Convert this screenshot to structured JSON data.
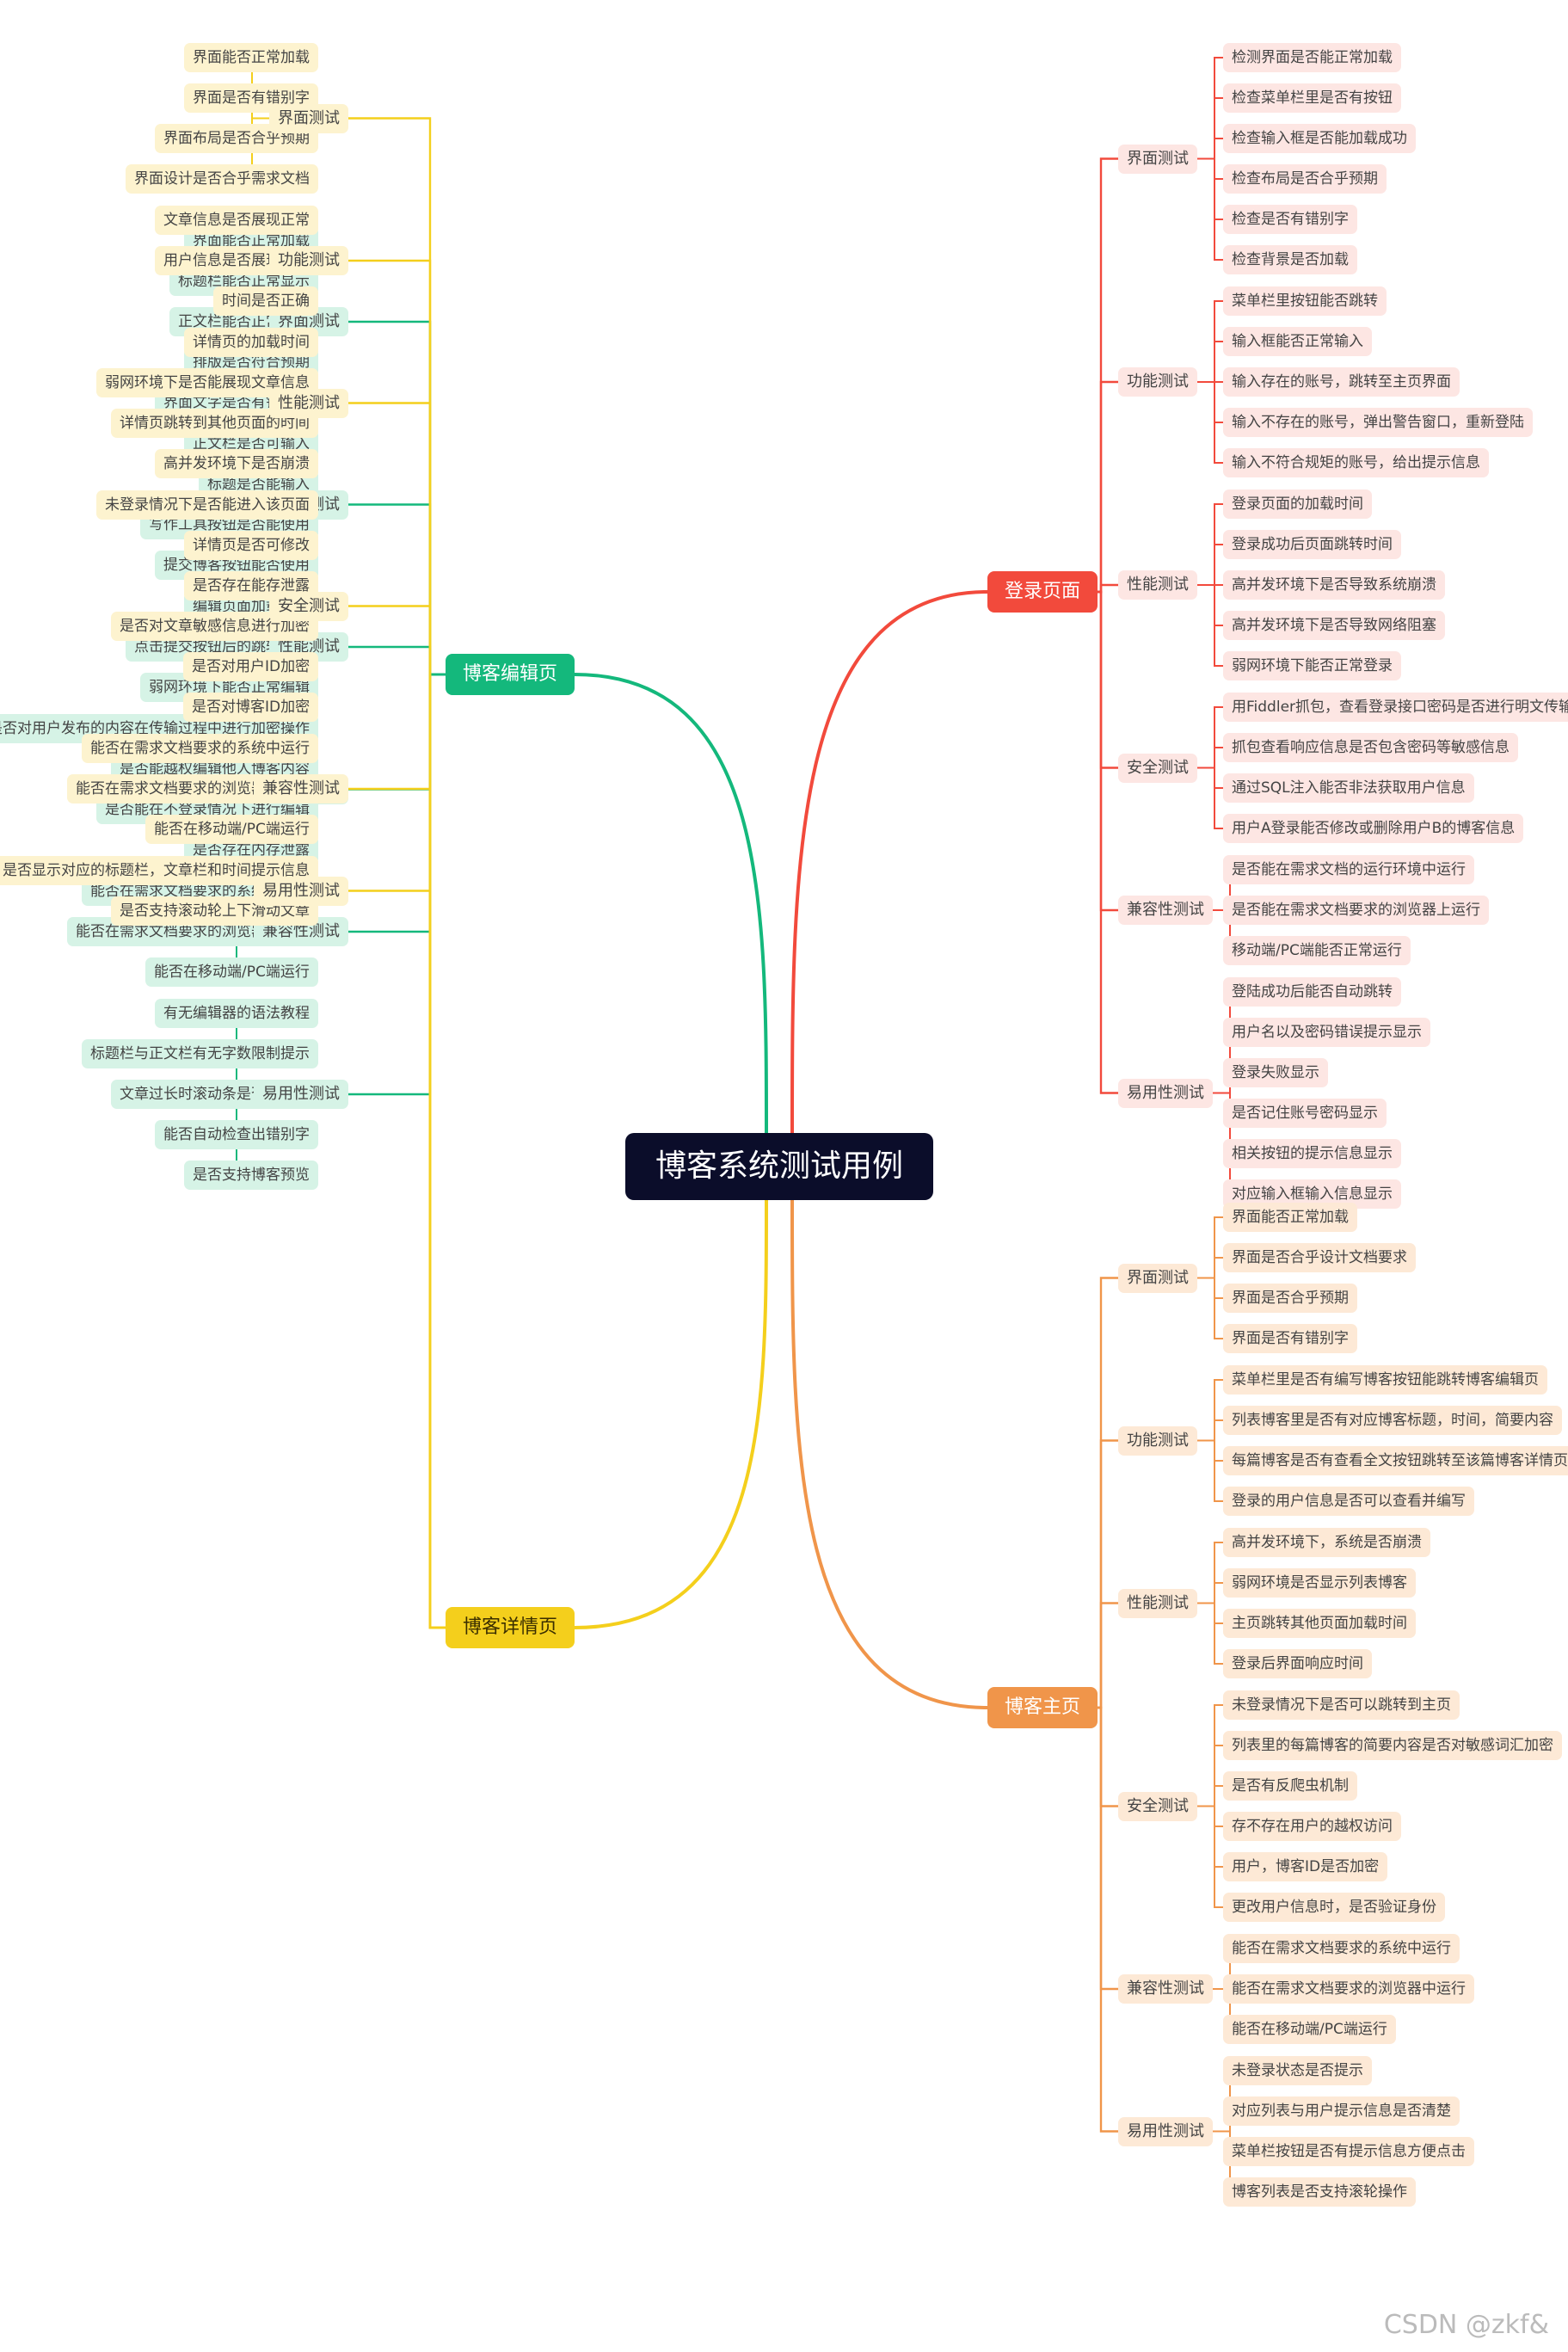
{
  "root": "博客系统测试用例",
  "watermark": "CSDN @zkf&",
  "branches": [
    {
      "label": "登录页面",
      "side": "right",
      "color": "#f24a3c",
      "leaf_bg": "#fde6e3",
      "categories": [
        {
          "label": "界面测试",
          "items": [
            "检测界面是否能正常加载",
            "检查菜单栏里是否有按钮",
            "检查输入框是否能加载成功",
            "检查布局是否合乎预期",
            "检查是否有错别字",
            "检查背景是否加载"
          ]
        },
        {
          "label": "功能测试",
          "items": [
            "菜单栏里按钮能否跳转",
            "输入框能否正常输入",
            "输入存在的账号，跳转至主页界面",
            "输入不存在的账号，弹出警告窗口，重新登陆",
            "输入不符合规矩的账号，给出提示信息"
          ]
        },
        {
          "label": "性能测试",
          "items": [
            "登录页面的加载时间",
            "登录成功后页面跳转时间",
            "高并发环境下是否导致系统崩溃",
            "高并发环境下是否导致网络阻塞",
            "弱网环境下能否正常登录"
          ]
        },
        {
          "label": "安全测试",
          "items": [
            "用Fiddler抓包，查看登录接口密码是否进行明文传输",
            "抓包查看响应信息是否包含密码等敏感信息",
            "通过SQL注入能否非法获取用户信息",
            "用户A登录能否修改或删除用户B的博客信息"
          ]
        },
        {
          "label": "兼容性测试",
          "items": [
            "是否能在需求文档的运行环境中运行",
            "是否能在需求文档要求的浏览器上运行",
            "移动端/PC端能否正常运行"
          ]
        },
        {
          "label": "易用性测试",
          "items": [
            "登陆成功后能否自动跳转",
            "用户名以及密码错误提示显示",
            "登录失败显示",
            "是否记住账号密码显示",
            "相关按钮的提示信息显示",
            "对应输入框输入信息显示"
          ]
        }
      ]
    },
    {
      "label": "博客编辑页",
      "side": "left",
      "color": "#14b87c",
      "leaf_bg": "#d6f3e6",
      "categories": [
        {
          "label": "界面测试",
          "items": [
            "界面能否正常加载",
            "标题栏能否正常显示",
            "正文栏能否正常显示",
            "排版是否符合预期",
            "界面文字是否有错别字"
          ]
        },
        {
          "label": "功能测试",
          "items": [
            "正文栏是否可输入",
            "标题是否能输入",
            "写作工具按钮是否能使用",
            "提交博客按钮能否使用"
          ]
        },
        {
          "label": "性能测试",
          "items": [
            "编辑页面加载时间",
            "点击提交按钮后的跳转时间",
            "弱网环境下能否正常编辑"
          ]
        },
        {
          "label": "安全测试",
          "items": [
            "是否对用户发布的内容在传输过程中进行加密操作",
            "是否能越权编辑他人博客内容",
            "是否能在不登录情况下进行编辑",
            "是否存在内存泄露"
          ]
        },
        {
          "label": "兼容性测试",
          "items": [
            "能否在需求文档要求的系统中运行",
            "能否在需求文档要求的浏览器中运行",
            "能否在移动端/PC端运行"
          ]
        },
        {
          "label": "易用性测试",
          "items": [
            "有无编辑器的语法教程",
            "标题栏与正文栏有无字数限制提示",
            "文章过长时滚动条是否能使用",
            "能否自动检查出错别字",
            "是否支持博客预览"
          ]
        }
      ]
    },
    {
      "label": "博客详情页",
      "side": "left",
      "color": "#f4cf1c",
      "leaf_bg": "#fdf3cf",
      "dark_text": true,
      "categories": [
        {
          "label": "界面测试",
          "items": [
            "界面能否正常加载",
            "界面是否有错别字",
            "界面布局是否合乎预期",
            "界面设计是否合乎需求文档"
          ]
        },
        {
          "label": "功能测试",
          "items": [
            "文章信息是否展现正常",
            "用户信息是否展现正常",
            "时间是否正确"
          ]
        },
        {
          "label": "性能测试",
          "items": [
            "详情页的加载时间",
            "弱网环境下是否能展现文章信息",
            "详情页跳转到其他页面的时间",
            "高并发环境下是否崩溃"
          ]
        },
        {
          "label": "安全测试",
          "items": [
            "未登录情况下是否能进入该页面",
            "详情页是否可修改",
            "是否存在能存泄露",
            "是否对文章敏感信息进行加密",
            "是否对用户ID加密",
            "是否对博客ID加密"
          ]
        },
        {
          "label": "兼容性测试",
          "items": [
            "能否在需求文档要求的系统中运行",
            "能否在需求文档要求的浏览器中运行",
            "能否在移动端/PC端运行"
          ]
        },
        {
          "label": "易用性测试",
          "items": [
            "是否显示对应的标题栏，文章栏和时间提示信息",
            "是否支持滚动轮上下滑动文章"
          ]
        }
      ]
    },
    {
      "label": "博客主页",
      "side": "right",
      "color": "#f0954a",
      "leaf_bg": "#fde9d6",
      "categories": [
        {
          "label": "界面测试",
          "items": [
            "界面能否正常加载",
            "界面是否合乎设计文档要求",
            "界面是否合乎预期",
            "界面是否有错别字"
          ]
        },
        {
          "label": "功能测试",
          "items": [
            "菜单栏里是否有编写博客按钮能跳转博客编辑页",
            "列表博客里是否有对应博客标题，时间，简要内容",
            "每篇博客是否有查看全文按钮跳转至该篇博客详情页",
            "登录的用户信息是否可以查看并编写"
          ]
        },
        {
          "label": "性能测试",
          "items": [
            "高并发环境下，系统是否崩溃",
            "弱网环境是否显示列表博客",
            "主页跳转其他页面加载时间",
            "登录后界面响应时间"
          ]
        },
        {
          "label": "安全测试",
          "items": [
            "未登录情况下是否可以跳转到主页",
            "列表里的每篇博客的简要内容是否对敏感词汇加密",
            "是否有反爬虫机制",
            "存不存在用户的越权访问",
            "用户，博客ID是否加密",
            "更改用户信息时，是否验证身份"
          ]
        },
        {
          "label": "兼容性测试",
          "items": [
            "能否在需求文档要求的系统中运行",
            "能否在需求文档要求的浏览器中运行",
            "能否在移动端/PC端运行"
          ]
        },
        {
          "label": "易用性测试",
          "items": [
            "未登录状态是否提示",
            "对应列表与用户提示信息是否清楚",
            "菜单栏按钮是否有提示信息方便点击",
            "博客列表是否支持滚轮操作"
          ]
        }
      ]
    }
  ]
}
